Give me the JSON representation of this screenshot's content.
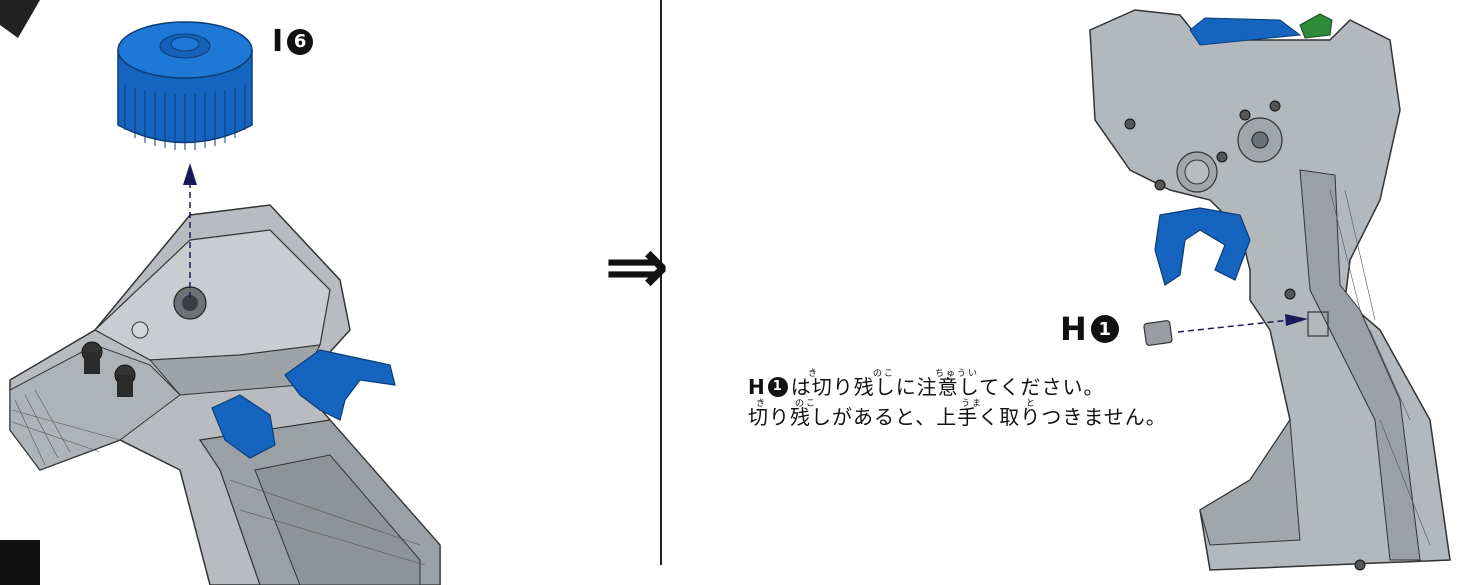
{
  "part_labels": {
    "knob": {
      "letter": "I",
      "number": "6"
    },
    "small_part": {
      "letter": "H",
      "number": "1"
    }
  },
  "next_arrow": "⇒",
  "note": {
    "line1": {
      "part_letter": "H",
      "part_number": "1",
      "text": "は切り残しに注意してください。"
    },
    "line2": "切り残しがあると、上手く取りつきません。",
    "furigana": {
      "ki1": "き",
      "noko1": "のこ",
      "chuui": "ちゅうい",
      "ki2": "き",
      "noko2": "のこ",
      "uma": "うま",
      "to": "と"
    }
  },
  "colors": {
    "part_blue": "#1565c0",
    "body_gray": "#a8adb2",
    "green_part": "#2e8b3a",
    "ink": "#111111"
  }
}
